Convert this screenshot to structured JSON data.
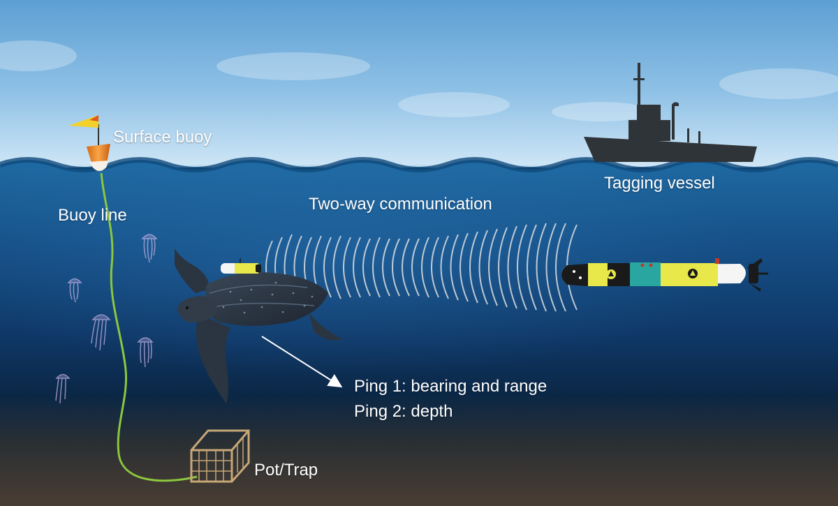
{
  "labels": {
    "surface_buoy": "Surface buoy",
    "tagging_vessel": "Tagging vessel",
    "two_way_communication": "Two-way communication",
    "buoy_line": "Buoy line",
    "ping_1": "Ping 1: bearing and range",
    "ping_2": "Ping 2: depth",
    "pot_trap": "Pot/Trap"
  },
  "icons": [
    "surface-buoy",
    "flag",
    "tagging-vessel",
    "leatherback-turtle",
    "acoustic-tag",
    "auv-glider",
    "jellyfish",
    "pot-trap",
    "buoy-line",
    "acoustic-wave",
    "pointer-arrow"
  ],
  "colors": {
    "sky_top": "#5d9fd3",
    "sky_bottom": "#cfe6f6",
    "water_surface": "#1f6aa3",
    "water_deep": "#0b2746",
    "seafloor": "#4a3d33",
    "buoy_orange": "#f08a24",
    "flag_yellow": "#f2d12b",
    "line_green": "#8cc63f",
    "auv_yellow": "#e8e84a",
    "auv_teal": "#2aa6a0",
    "vessel": "#2f3438",
    "trap": "#c8a877",
    "wave": "#e8e8e8"
  }
}
